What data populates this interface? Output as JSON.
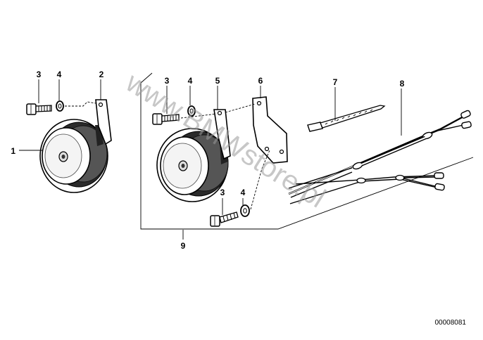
{
  "callouts": {
    "c1": "1",
    "c2": "2",
    "c3a": "3",
    "c4a": "4",
    "c3b": "3",
    "c4b": "4",
    "c5": "5",
    "c6": "6",
    "c7": "7",
    "c8": "8",
    "c3c": "3",
    "c4c": "4",
    "c9": "9"
  },
  "watermark": "www.BMWstore.pl",
  "diagram_id": "00008081"
}
